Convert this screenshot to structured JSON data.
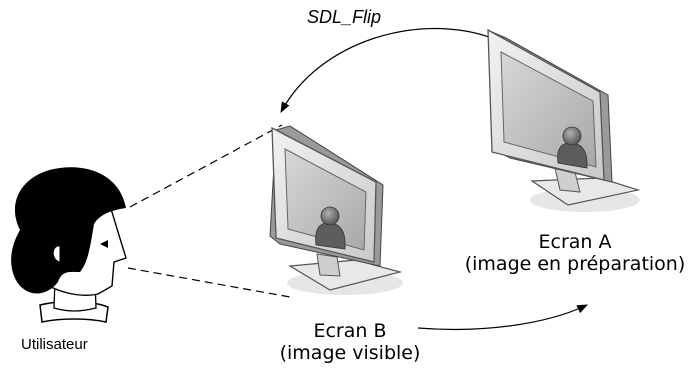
{
  "diagram": {
    "flip_label": "SDL_Flip",
    "user_label": "Utilisateur",
    "screen_a": {
      "name": "Ecran A",
      "caption": "(image en préparation)"
    },
    "screen_b": {
      "name": "Ecran B",
      "caption": "(image visible)"
    }
  },
  "colors": {
    "monitor_frame": "#e0e0e0",
    "monitor_edge": "#555555",
    "screen_face": "#bdbdbd",
    "person_icon": "#6b6b6b",
    "hair": "#000000",
    "line": "#000000"
  }
}
